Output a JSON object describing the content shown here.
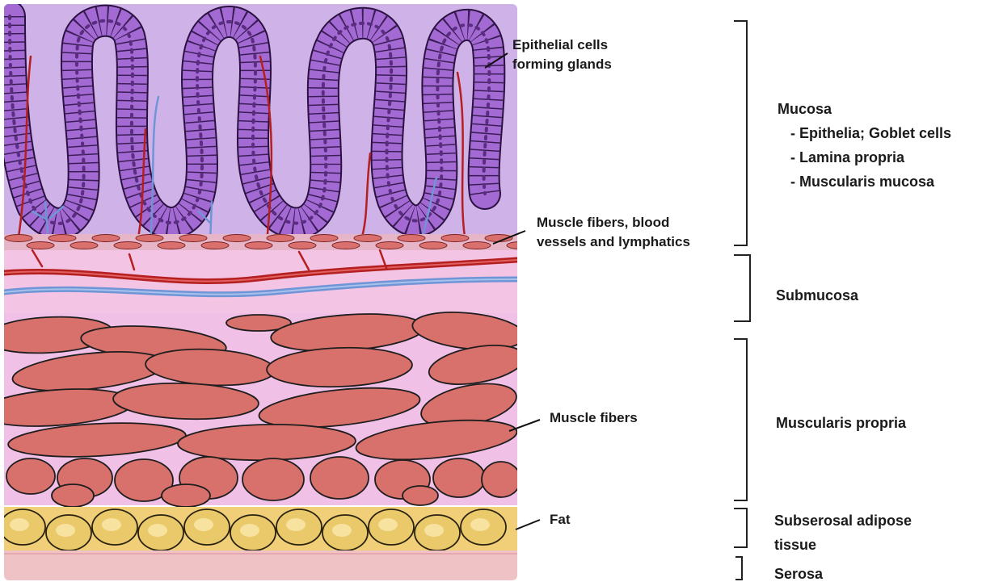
{
  "colors": {
    "mucosa": "#cfb2e8",
    "gland_cell": "#a46ad4",
    "muscle_fill": "#d8706b",
    "connective": "#f3c4e4",
    "fat": "#e9c96a",
    "serosa": "#efc2c6",
    "artery": "#b51f1f",
    "vein": "#6f95d6"
  },
  "icons": [
    "bracket-icon",
    "leader-line-icon"
  ],
  "callouts": {
    "glands": "Epithelial cells\nforming glands",
    "muscle_vessels": "Muscle fibers, blood\nvessels and lymphatics",
    "muscle_fibers": "Muscle fibers",
    "fat": "Fat"
  },
  "layers": {
    "mucosa": {
      "title": "Mucosa",
      "items": [
        "- Epithelia; Goblet cells",
        "- Lamina propria",
        "- Muscularis mucosa"
      ]
    },
    "submucosa": {
      "title": "Submucosa"
    },
    "muscularis": {
      "title": "Muscularis propria"
    },
    "subserosal": {
      "title": "Subserosal adipose\ntissue"
    },
    "serosa": {
      "title": "Serosa"
    }
  }
}
